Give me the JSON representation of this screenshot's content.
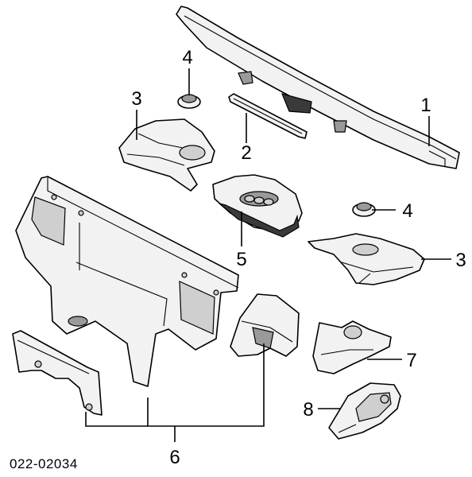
{
  "callouts": {
    "c1": "1",
    "c2": "2",
    "c3a": "3",
    "c3b": "3",
    "c4a": "4",
    "c4b": "4",
    "c5": "5",
    "c6": "6",
    "c7": "7",
    "c8": "8"
  },
  "reference_number": "022-02034"
}
